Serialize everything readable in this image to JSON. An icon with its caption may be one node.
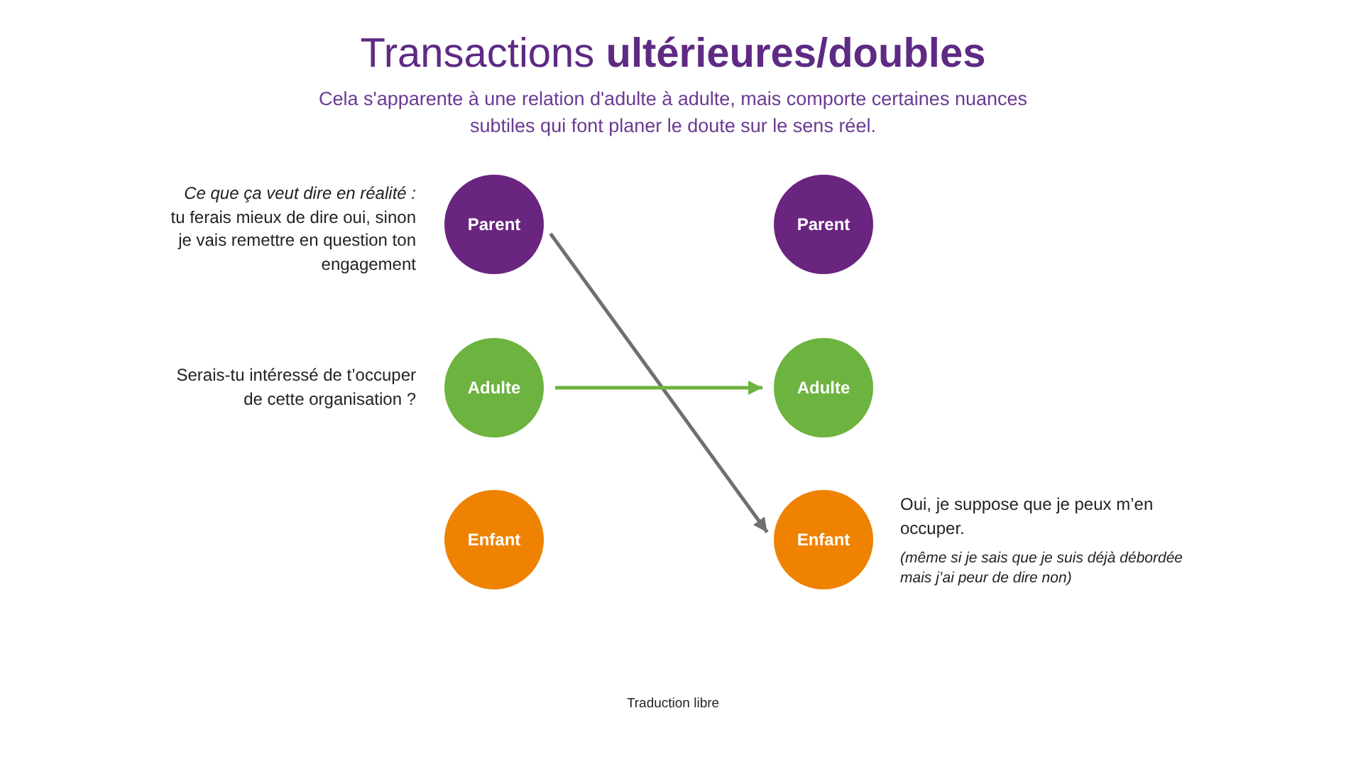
{
  "diagram": {
    "title": "Transactions **ultérieures/doubles**",
    "caption": "Traduction libre",
    "nodes": [
      {
        "text": [
          "Parent"
        ],
        "beside": [
          "Ce que ça veut dire en réalité :",
          "tu ferais mieux de dire oui, sinon je vais remettre en question ton engagement"
        ]
      },
      {
        "text": [
          "Parent"
        ]
      },
      {
        "text": [
          "Adulte"
        ],
        "beside": [
          "Serais-tu intéressé de t’occuper de cette organisation ?"
        ]
      },
      {
        "text": [
          "Adulte"
        ]
      },
      {
        "text": [
          "Enfant"
        ]
      },
      {
        "text": [
          "Enfant"
        ],
        "beside": [
          "Oui, je suppose que je peux m’en occuper.",
          "(même si je sais que je suis déjà débordée mais j’ai peur de dire non)"
        ]
      }
    ],
    "edges": [
      {
        "from": 0,
        "to": 5,
        "arrow": "to",
        "color": "#6f6f6f"
      },
      {
        "from": 2,
        "to": 3,
        "arrow": "to",
        "color": "#6db33f"
      }
    ],
    "labels": [
      "Cela s'apparente à une relation d'adulte à adulte, mais comporte certaines nuances subtiles qui font planer le doute sur le sens réel."
    ]
  }
}
